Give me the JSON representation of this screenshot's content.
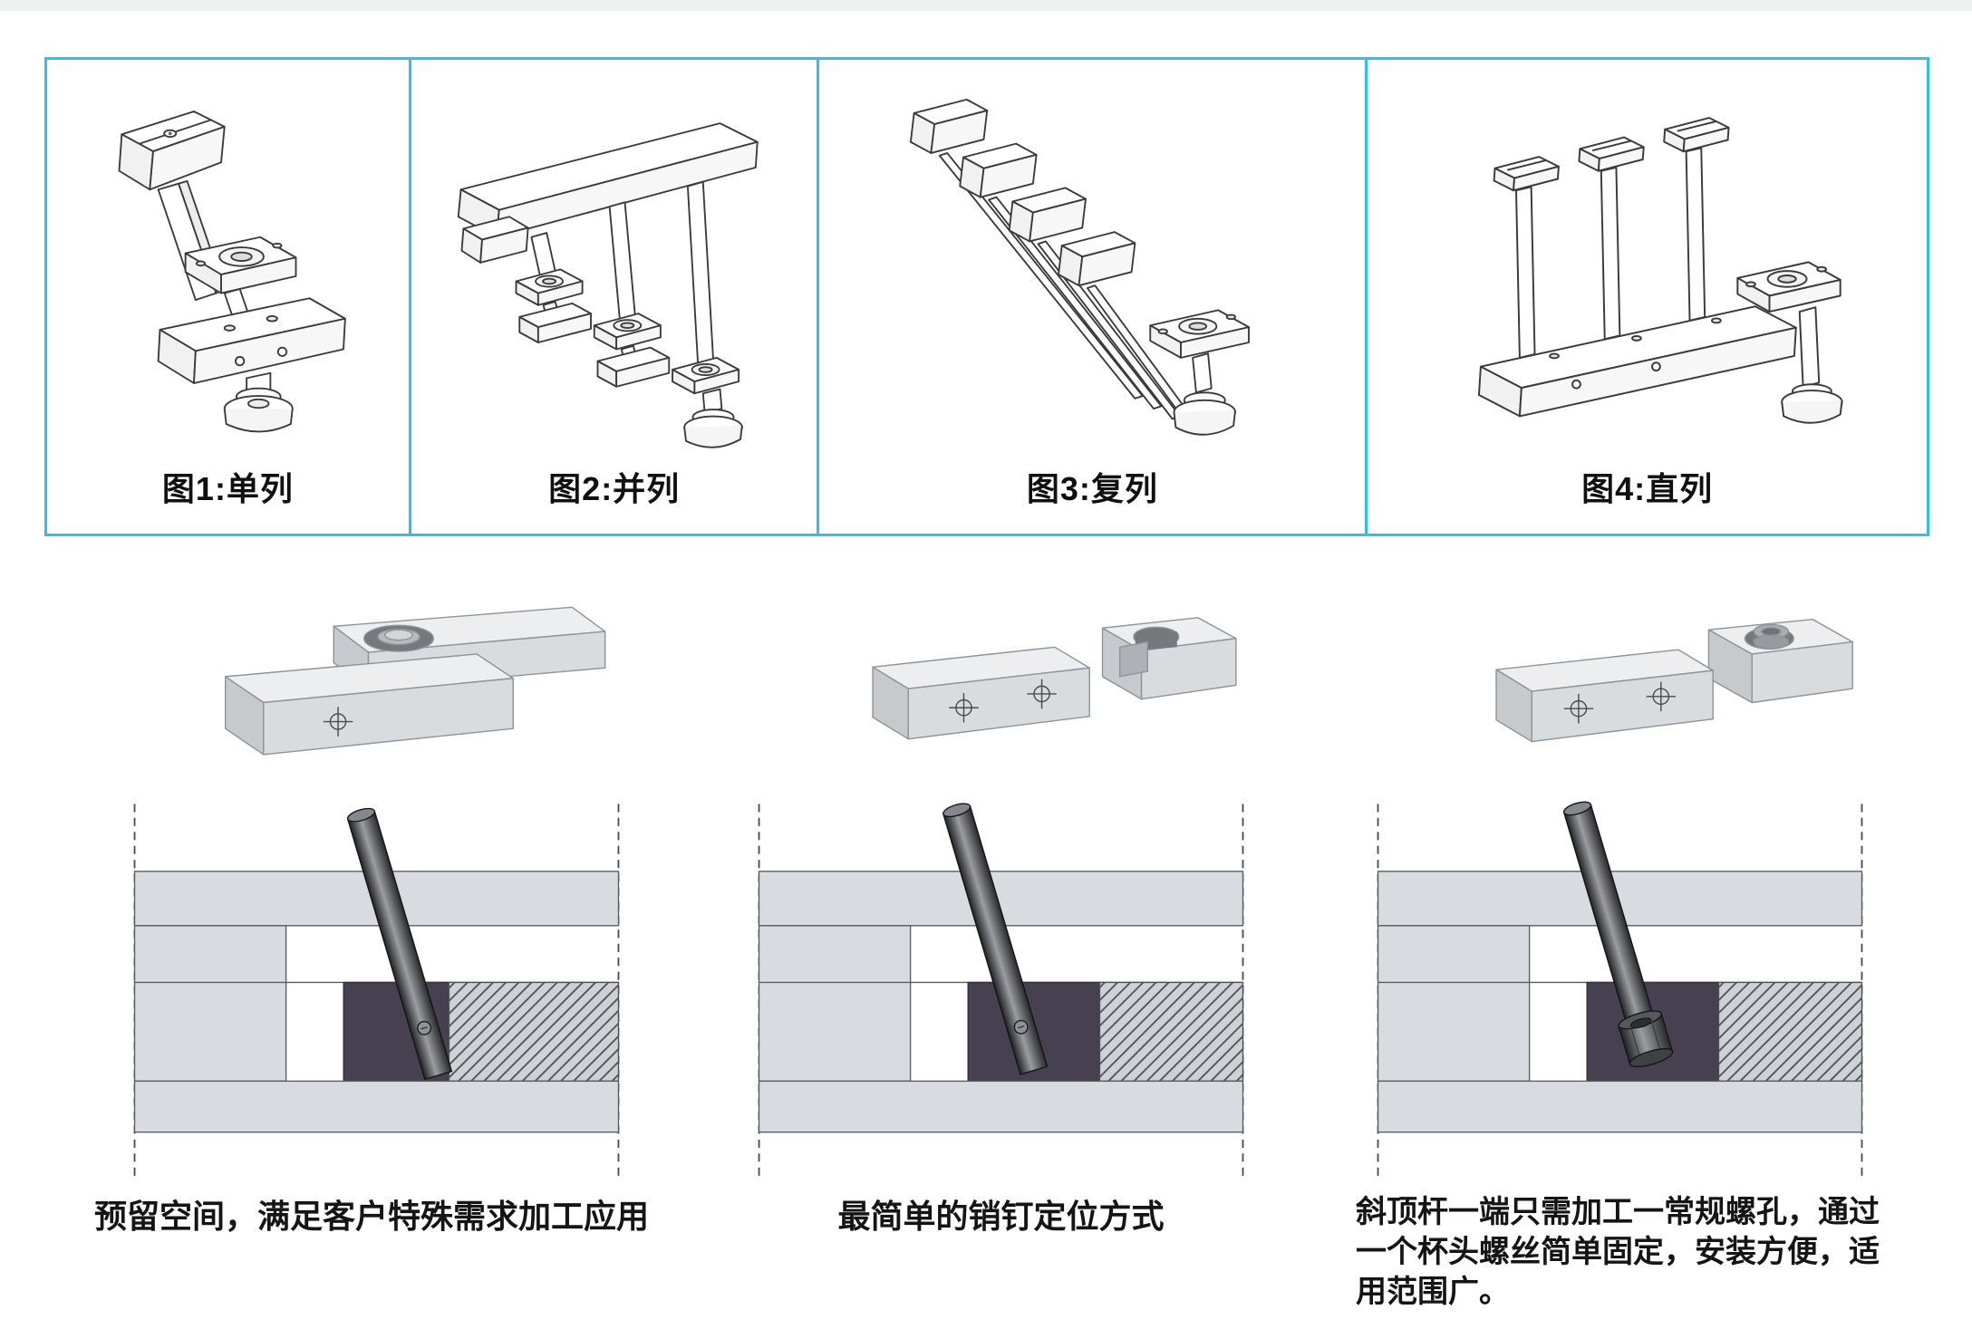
{
  "top_panel": {
    "figures": [
      {
        "label": "图1:单列"
      },
      {
        "label": "图2:并列"
      },
      {
        "label": "图3:复列"
      },
      {
        "label": "图4:直列"
      }
    ]
  },
  "bottom": {
    "sections": [
      {
        "caption": "预留空间，满足客户特殊需求加工应用"
      },
      {
        "caption": "最简单的销钉定位方式"
      },
      {
        "caption": "斜顶杆一端只需加工一常规螺孔，通过一个杯头螺丝简单固定，安装方便，适用范围广。"
      }
    ]
  },
  "colors": {
    "panel_border": "#2fc0e8",
    "dark_insert_block": "#474050",
    "mold_plate_gray": "#d8dbdf",
    "line_art_stroke": "#3b3b3b"
  }
}
